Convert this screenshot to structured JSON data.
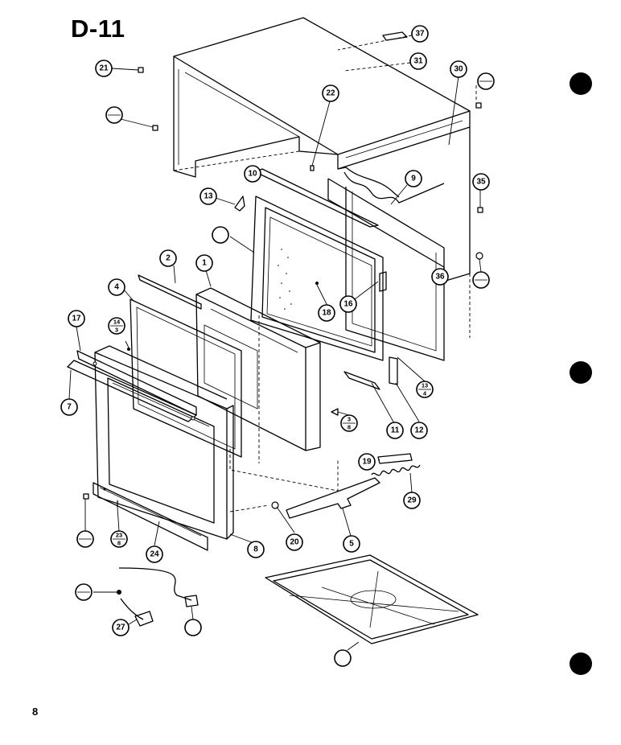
{
  "page": {
    "title": "D-11",
    "page_number": "8"
  },
  "callouts": {
    "c1": "1",
    "c2": "2",
    "c4": "4",
    "c5": "5",
    "c6": "",
    "c7": "7",
    "c8": "8",
    "c9": "9",
    "c10": "10",
    "c11": "11",
    "c12": "12",
    "c13": "13",
    "c16": "16",
    "c17": "17",
    "c18": "18",
    "c19": "19",
    "c20": "20",
    "c21": "21",
    "c22": "22",
    "c24": "24",
    "c25": "",
    "c26": "",
    "c27": "27",
    "c29": "29",
    "c30": "30",
    "c31": "31",
    "c35": "35",
    "c36": "36",
    "c37": "37"
  },
  "fraction_callouts": {
    "f1": {
      "num": "",
      "den": ""
    },
    "f2": {
      "num": "",
      "den": ""
    },
    "f3": {
      "num": "14",
      "den": "3"
    },
    "f4": {
      "num": "13",
      "den": "4"
    },
    "f5": {
      "num": "3",
      "den": "8"
    },
    "f6": {
      "num": "",
      "den": ""
    },
    "f7": {
      "num": "",
      "den": ""
    },
    "f8": {
      "num": "23",
      "den": "8"
    },
    "f9": {
      "num": "",
      "den": ""
    },
    "f10": {
      "num": "",
      "den": ""
    }
  },
  "colors": {
    "ink": "#000000",
    "paper": "#ffffff"
  }
}
